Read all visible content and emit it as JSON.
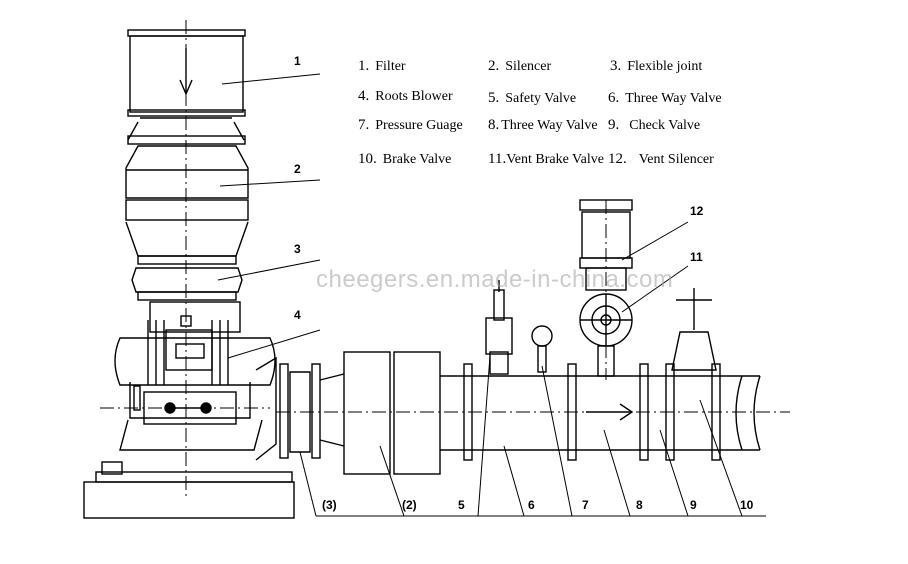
{
  "legend": [
    {
      "num": "1.",
      "label": "Filter"
    },
    {
      "num": "2.",
      "label": "Silencer"
    },
    {
      "num": "3.",
      "label": "Flexible joint"
    },
    {
      "num": "4.",
      "label": "Roots Blower"
    },
    {
      "num": "5.",
      "label": "Safety Valve"
    },
    {
      "num": "6.",
      "label": "Three Way Valve"
    },
    {
      "num": "7.",
      "label": "Pressure Guage"
    },
    {
      "num": "8.",
      "label": "Three Way Valve"
    },
    {
      "num": "9.",
      "label": "Check Valve"
    },
    {
      "num": "10.",
      "label": "Brake Valve"
    },
    {
      "num": "11.",
      "label": "Vent Brake Valve"
    },
    {
      "num": "12.",
      "label": "Vent Silencer"
    }
  ],
  "callouts": {
    "c1": "1",
    "c2": "2",
    "c3": "3",
    "c4": "4",
    "c12": "12",
    "c11": "11",
    "b3": "(3)",
    "b2": "(2)",
    "b5": "5",
    "b6": "6",
    "b7": "7",
    "b8": "8",
    "b9": "9",
    "b10": "10"
  },
  "watermark": "cheegers.en.made-in-china.com",
  "colors": {
    "line": "#000000",
    "watermark": "#a0a0a0"
  }
}
